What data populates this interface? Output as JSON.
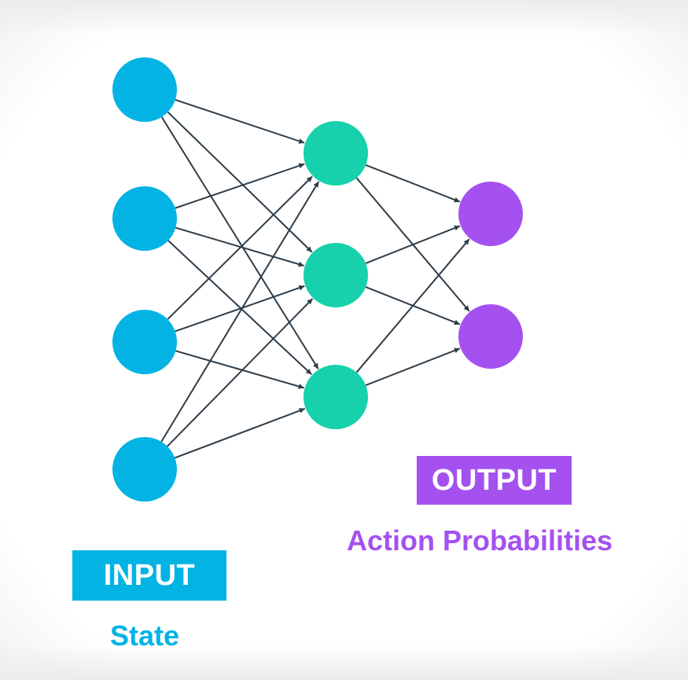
{
  "diagram": {
    "input_tag": "INPUT",
    "input_caption": "State",
    "output_tag": "OUTPUT",
    "output_caption": "Action Probabilities"
  },
  "layers": [
    {
      "role": "input",
      "node_count": 4,
      "color": "#02b3e4"
    },
    {
      "role": "hidden",
      "node_count": 3,
      "color": "#16d1ab"
    },
    {
      "role": "output",
      "node_count": 2,
      "color": "#a451f0"
    }
  ],
  "edges": {
    "connectivity": "fully-connected",
    "color": "#2e3d49",
    "arrowheads": true
  }
}
